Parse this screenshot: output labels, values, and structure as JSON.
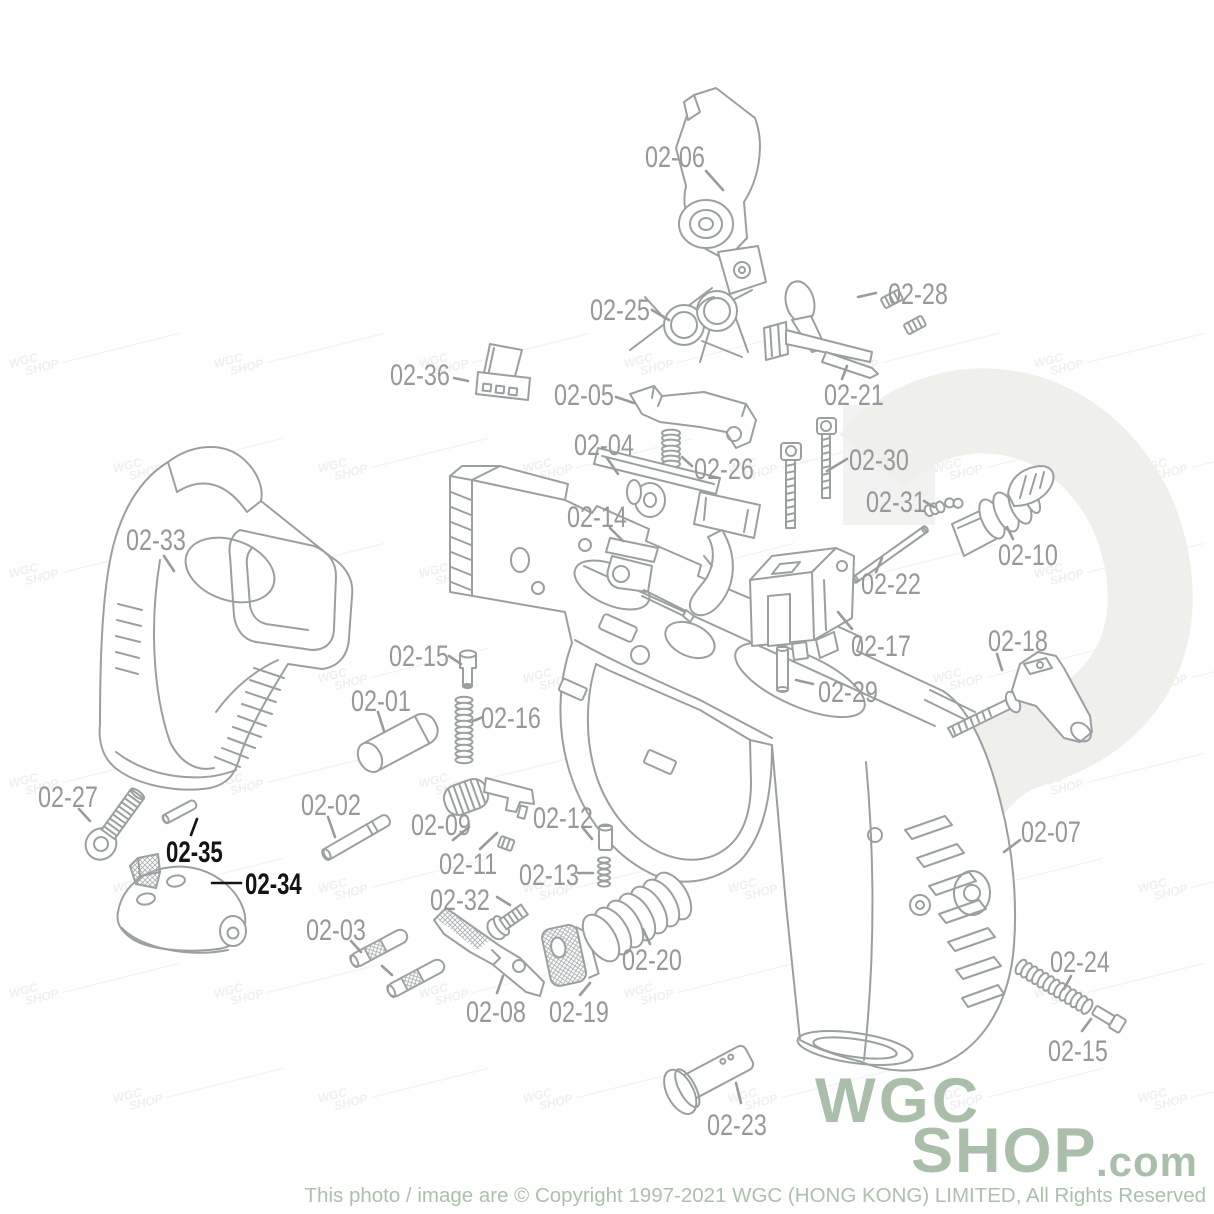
{
  "diagram": {
    "description": "Exploded parts diagram of an airsoft pistol lower frame assembly",
    "parts": [
      {
        "id": "02-06",
        "label": "02-06",
        "highlighted": false
      },
      {
        "id": "02-25",
        "label": "02-25",
        "highlighted": false
      },
      {
        "id": "02-28",
        "label": "02-28",
        "highlighted": false
      },
      {
        "id": "02-36",
        "label": "02-36",
        "highlighted": false
      },
      {
        "id": "02-05",
        "label": "02-05",
        "highlighted": false
      },
      {
        "id": "02-21",
        "label": "02-21",
        "highlighted": false
      },
      {
        "id": "02-04",
        "label": "02-04",
        "highlighted": false
      },
      {
        "id": "02-30",
        "label": "02-30",
        "highlighted": false
      },
      {
        "id": "02-26",
        "label": "02-26",
        "highlighted": false
      },
      {
        "id": "02-31",
        "label": "02-31",
        "highlighted": false
      },
      {
        "id": "02-14",
        "label": "02-14",
        "highlighted": false
      },
      {
        "id": "02-10",
        "label": "02-10",
        "highlighted": false
      },
      {
        "id": "02-33",
        "label": "02-33",
        "highlighted": false
      },
      {
        "id": "02-22",
        "label": "02-22",
        "highlighted": false
      },
      {
        "id": "02-17",
        "label": "02-17",
        "highlighted": false
      },
      {
        "id": "02-18",
        "label": "02-18",
        "highlighted": false
      },
      {
        "id": "02-15a",
        "label": "02-15",
        "highlighted": false
      },
      {
        "id": "02-29",
        "label": "02-29",
        "highlighted": false
      },
      {
        "id": "02-01",
        "label": "02-01",
        "highlighted": false
      },
      {
        "id": "02-16",
        "label": "02-16",
        "highlighted": false
      },
      {
        "id": "02-02",
        "label": "02-02",
        "highlighted": false
      },
      {
        "id": "02-27",
        "label": "02-27",
        "highlighted": false
      },
      {
        "id": "02-12",
        "label": "02-12",
        "highlighted": false
      },
      {
        "id": "02-09",
        "label": "02-09",
        "highlighted": false
      },
      {
        "id": "02-35",
        "label": "02-35",
        "highlighted": true
      },
      {
        "id": "02-11",
        "label": "02-11",
        "highlighted": false
      },
      {
        "id": "02-13",
        "label": "02-13",
        "highlighted": false
      },
      {
        "id": "02-34",
        "label": "02-34",
        "highlighted": true
      },
      {
        "id": "02-07",
        "label": "02-07",
        "highlighted": false
      },
      {
        "id": "02-03",
        "label": "02-03",
        "highlighted": false
      },
      {
        "id": "02-32",
        "label": "02-32",
        "highlighted": false
      },
      {
        "id": "02-20",
        "label": "02-20",
        "highlighted": false
      },
      {
        "id": "02-24",
        "label": "02-24",
        "highlighted": false
      },
      {
        "id": "02-08",
        "label": "02-08",
        "highlighted": false
      },
      {
        "id": "02-19",
        "label": "02-19",
        "highlighted": false
      },
      {
        "id": "02-15b",
        "label": "02-15",
        "highlighted": false
      },
      {
        "id": "02-23",
        "label": "02-23",
        "highlighted": false
      }
    ],
    "highlighted_parts": [
      "02-35",
      "02-34"
    ]
  },
  "brand": {
    "line1": "WGC",
    "line2": "SHOP",
    "tld": ".com"
  },
  "watermark": {
    "line1": "WGC",
    "line2": "SHOP"
  },
  "footer": {
    "copyright": "This photo / image are © Copyright 1997-2021 WGC (HONG KONG) LIMITED, All Rights Reserved"
  },
  "colors": {
    "background": "#ffffff",
    "label": "#97989a",
    "label_highlight": "#141414",
    "line_art": "#9aa0a1",
    "brand_green": "#a9bfa9",
    "watermark_swoosh": "#eeeeec"
  }
}
